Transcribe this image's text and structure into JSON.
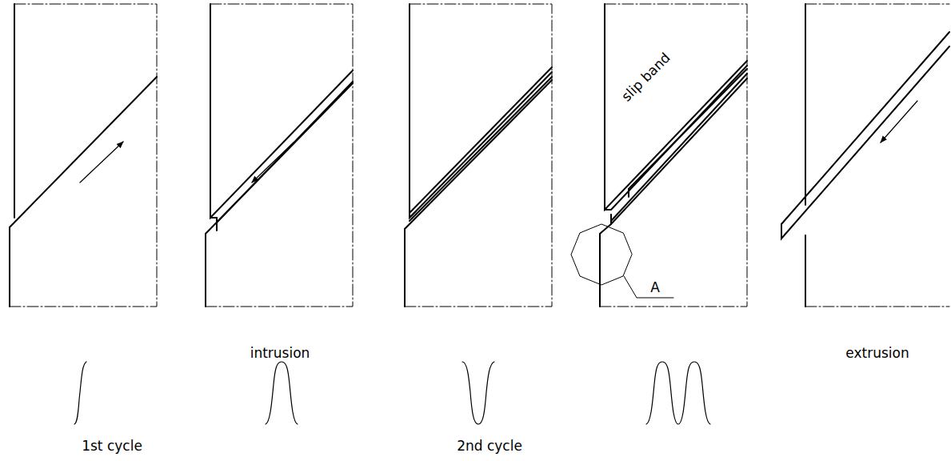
{
  "diagram": {
    "labels": [
      "intrusion",
      "extrusion",
      "1st cycle",
      "2nd cycle",
      "slip band",
      "A"
    ]
  }
}
